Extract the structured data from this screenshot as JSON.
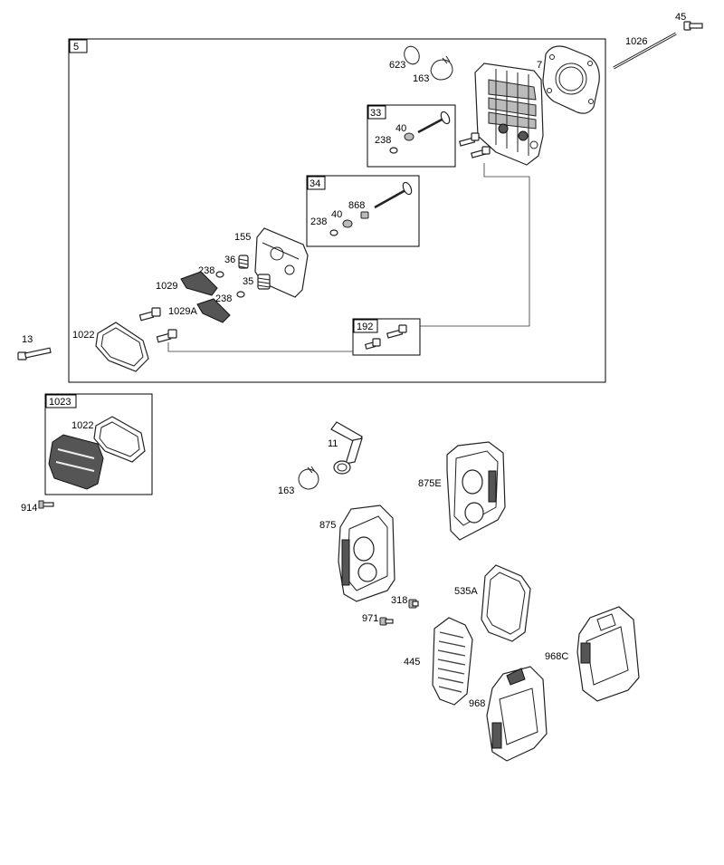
{
  "callouts": {
    "p45": "45",
    "p1026": "1026",
    "p5": "5",
    "p623": "623",
    "p163a": "163",
    "p7": "7",
    "p33": "33",
    "p40a": "40",
    "p238a": "238",
    "p34": "34",
    "p868": "868",
    "p40b": "40",
    "p238b": "238",
    "p155": "155",
    "p36": "36",
    "p238c": "238",
    "p35": "35",
    "p1029": "1029",
    "p238d": "238",
    "p1029A": "1029A",
    "p13": "13",
    "p1022a": "1022",
    "p192": "192",
    "p1023": "1023",
    "p1022b": "1022",
    "p914": "914",
    "p11": "11",
    "p163b": "163",
    "p875E": "875E",
    "p875": "875",
    "p318": "318",
    "p971": "971",
    "p535A": "535A",
    "p445": "445",
    "p968C": "968C",
    "p968": "968"
  }
}
